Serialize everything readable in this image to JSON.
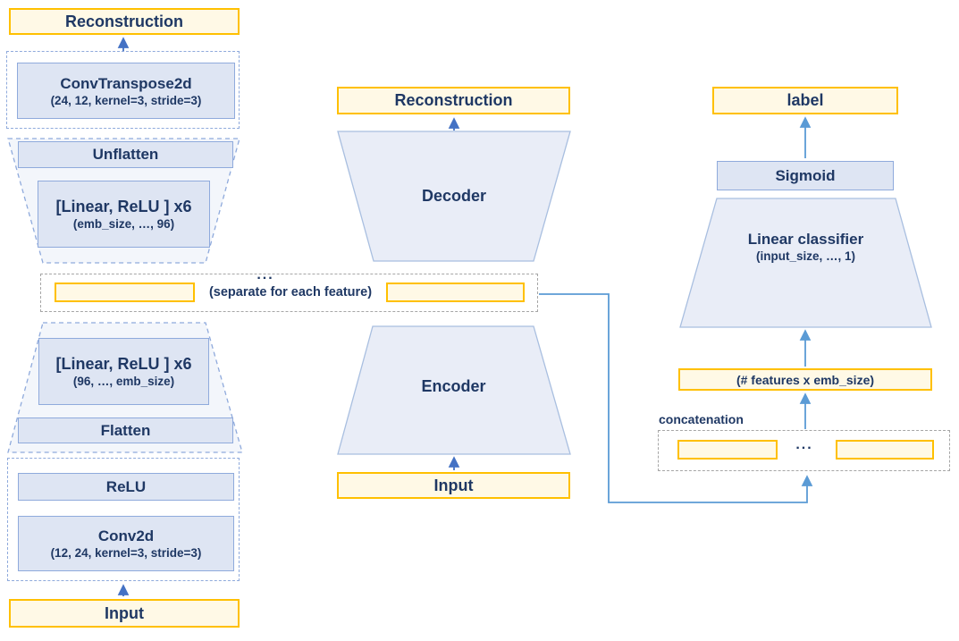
{
  "colors": {
    "yellow_fill": "#FFF9E6",
    "yellow_border": "#FFC000",
    "blue_fill": "#DEE5F3",
    "blue_border": "#8FAADC",
    "trapezoid_fill": "#E9EDF7",
    "trapezoid_fill_light": "#F3F6FB",
    "gray_dash_border": "#A6A6A6",
    "text": "#1F3864",
    "arrow_dark": "#4472C4",
    "arrow_light": "#5B9BD5"
  },
  "left_stack": {
    "reconstruction": "Reconstruction",
    "convtranspose2d": {
      "title": "ConvTranspose2d",
      "params": "(24, 12, kernel=3, stride=3)"
    },
    "unflatten": "Unflatten",
    "linear_relu_decoder": {
      "title": "[Linear, ReLU ] x6",
      "params": "(emb_size, …, 96)"
    },
    "linear_relu_encoder": {
      "title": "[Linear, ReLU ] x6",
      "params": "(96, …, emb_size)"
    },
    "flatten": "Flatten",
    "relu": "ReLU",
    "conv2d": {
      "title": "Conv2d",
      "params": "(12, 24, kernel=3, stride=3)"
    },
    "input": "Input"
  },
  "embedding_row": {
    "ellipsis": "...",
    "note": "(separate for each feature)"
  },
  "middle_stack": {
    "reconstruction": "Reconstruction",
    "decoder": "Decoder",
    "encoder": "Encoder",
    "input": "Input"
  },
  "right_stack": {
    "label": "label",
    "sigmoid": "Sigmoid",
    "classifier": {
      "title": "Linear classifier",
      "params": "(input_size, …, 1)"
    },
    "features": "(# features x emb_size)",
    "concatenation": "concatenation",
    "ellipsis": "..."
  }
}
